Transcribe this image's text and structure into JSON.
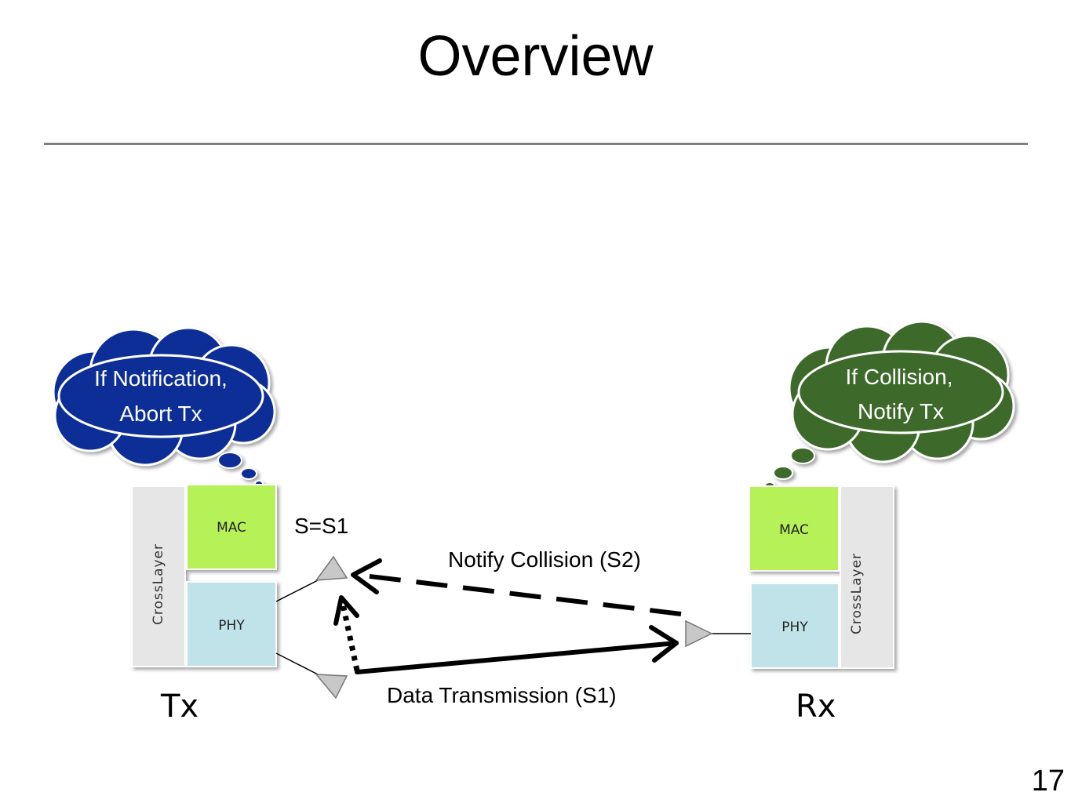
{
  "slide": {
    "title": "Overview",
    "page_number": "17"
  },
  "tx": {
    "label": "Tx",
    "mac": "MAC",
    "phy": "PHY",
    "crosslayer": "CrossLayer",
    "thought_line1": "If Notification,",
    "thought_line2": "Abort Tx",
    "thought_color": "#0b2f96"
  },
  "rx": {
    "label": "Rx",
    "mac": "MAC",
    "phy": "PHY",
    "crosslayer": "CrossLayer",
    "thought_line1": "If Collision,",
    "thought_line2": "Notify Tx",
    "thought_color": "#3d6b2a"
  },
  "labels": {
    "state": "S=S1",
    "notify": "Notify Collision (S2)",
    "data": "Data Transmission (S1)"
  },
  "colors": {
    "mac": "#b7f158",
    "phy": "#bfe3e8",
    "crosslayer": "#e6e6e6",
    "antenna": "#c8c8c8"
  }
}
